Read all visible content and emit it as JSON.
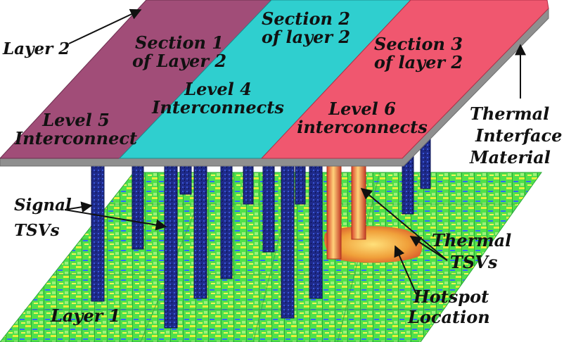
{
  "labels": {
    "layer2": "Layer 2",
    "section1": [
      "Section 1",
      "of Layer 2"
    ],
    "section2": [
      "Section 2",
      "of layer 2"
    ],
    "section3": [
      "Section 3",
      "of layer 2"
    ],
    "level4": [
      "Level 4",
      "Interconnects"
    ],
    "level5": [
      "Level 5",
      "Interconnect"
    ],
    "level6": [
      "Level 6",
      "interconnects"
    ],
    "tim": [
      "Thermal",
      "Interface",
      "Material"
    ],
    "signal_tsvs": [
      "Signal",
      "TSVs"
    ],
    "thermal_tsvs": [
      "Thermal",
      "TSVs"
    ],
    "hotspot": [
      "Hotspot",
      "Location"
    ],
    "layer1": "Layer 1"
  },
  "colors": {
    "section1": "#a14d78",
    "section2": "#2fcfcf",
    "section3": "#f0576f",
    "tim": "#8f8f8f",
    "signal_tsv": "#1e2a8a",
    "thermal_tsv": "#e8743a",
    "hotspot": "#f4b13a",
    "chip_green": "#4de04a",
    "chip_yellow": "#e9ee39"
  }
}
